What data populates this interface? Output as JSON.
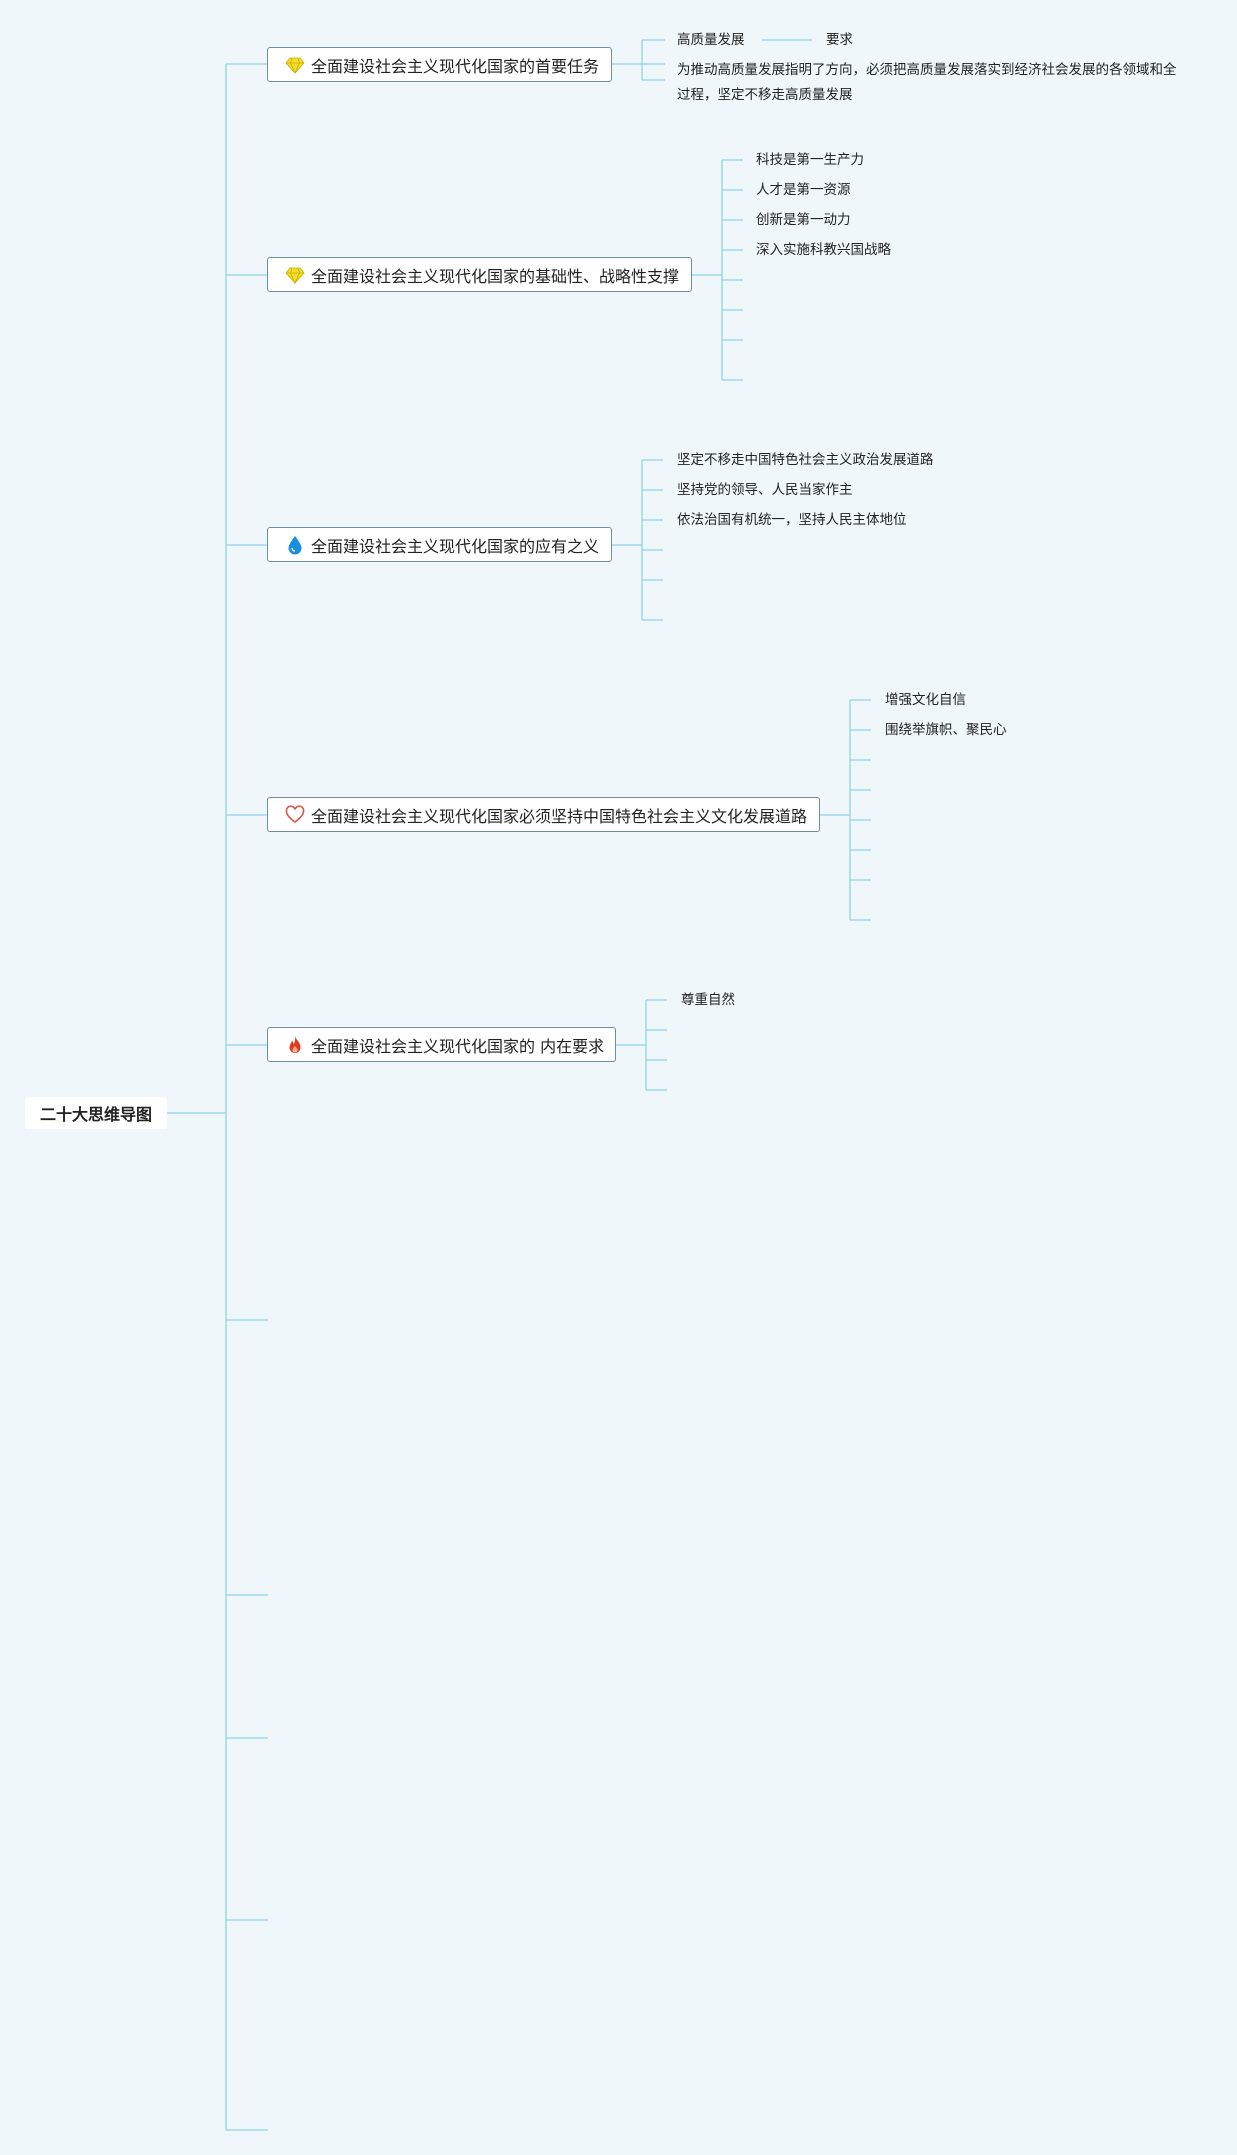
{
  "root": {
    "label": "二十大思维导图"
  },
  "colors": {
    "line": "#8fd3ea",
    "gem": "#f3dc2c",
    "water": "#1a8fe0",
    "heart": "#e0524a",
    "fire": "#e23a1f"
  },
  "branches": [
    {
      "label": "全面建设社会主义现代化国家的首要任务",
      "icon": "gem-icon",
      "leaves": [
        "高质量发展",
        "要求",
        "为推动高质量发展指明了方向，必须把高质量发展落实到经济社会发展的各领域和全过程，坚定不移走高质量发展"
      ]
    },
    {
      "label": "全面建设社会主义现代化国家的基础性、战略性支撑",
      "icon": "gem-icon",
      "leaves": [
        "科技是第一生产力",
        "人才是第一资源",
        "创新是第一动力",
        "深入实施科教兴国战略"
      ]
    },
    {
      "label": "全面建设社会主义现代化国家的应有之义",
      "icon": "water-drop-icon",
      "leaves": [
        "坚定不移走中国特色社会主义政治发展道路",
        "坚持党的领导、人民当家作主",
        "依法治国有机统一，坚持人民主体地位"
      ]
    },
    {
      "label": "全面建设社会主义现代化国家必须坚持中国特色社会主义文化发展道路",
      "icon": "heart-icon",
      "leaves": [
        "增强文化自信",
        "围绕举旗帜、聚民心"
      ]
    },
    {
      "label": "全面建设社会主义现代化国家的 内在要求",
      "icon": "fire-icon",
      "leaves": [
        "尊重自然"
      ]
    }
  ]
}
